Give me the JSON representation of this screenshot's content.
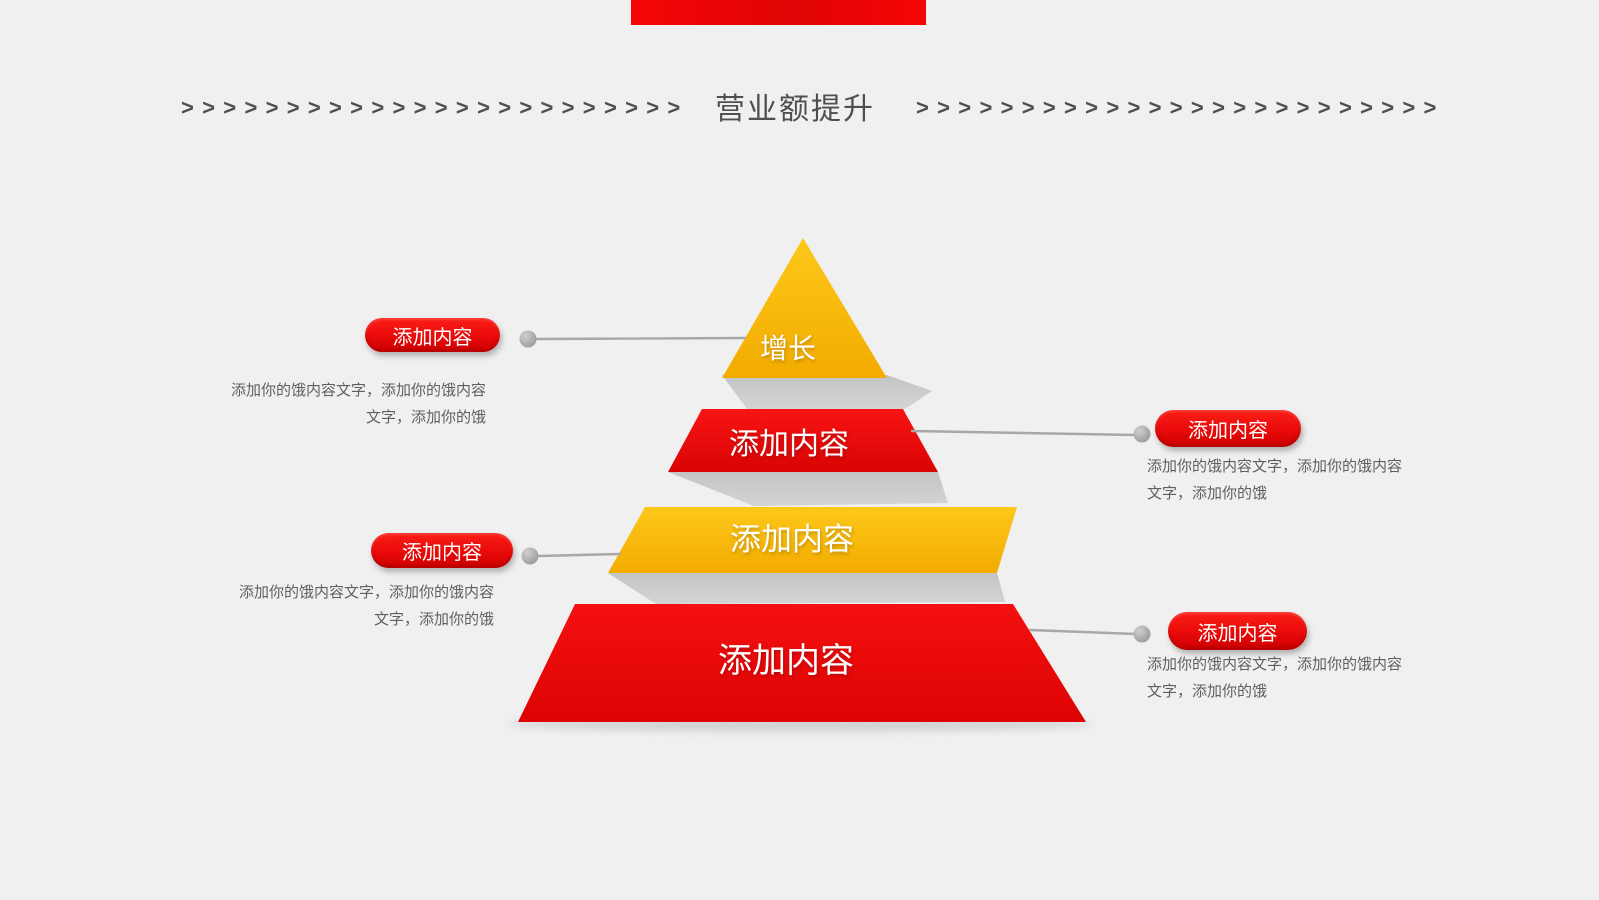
{
  "colors": {
    "background": "#f0f0f1",
    "top_bar_red": "#f50505",
    "red": "#e90a0a",
    "red_dark": "#cd0000",
    "yellow": "#fcba00",
    "yellow_dark": "#f3ab00",
    "shadow_gray": "#c9cbcc",
    "line_gray": "#a8a8a8",
    "title_gray": "#4f4f4f",
    "text_gray": "#5f5f5f"
  },
  "header": {
    "title": "营业额提升",
    "chevron_char": ">",
    "left_chevron_count": 24,
    "right_chevron_count": 25
  },
  "pyramid": {
    "levels": [
      {
        "label": "增长"
      },
      {
        "label": "添加内容"
      },
      {
        "label": "添加内容"
      },
      {
        "label": "添加内容"
      }
    ]
  },
  "callouts": [
    {
      "position": "left-top",
      "label": "添加内容",
      "desc_line1": "添加你的饿内容文字，添加你的饿内容",
      "desc_line2": "文字，添加你的饿"
    },
    {
      "position": "right-top",
      "label": "添加内容",
      "desc_line1": "添加你的饿内容文字，添加你的饿内容",
      "desc_line2": "文字，添加你的饿"
    },
    {
      "position": "left-bottom",
      "label": "添加内容",
      "desc_line1": "添加你的饿内容文字，添加你的饿内容",
      "desc_line2": "文字，添加你的饿"
    },
    {
      "position": "right-bottom",
      "label": "添加内容",
      "desc_line1": "添加你的饿内容文字，添加你的饿内容",
      "desc_line2": "文字，添加你的饿"
    }
  ]
}
